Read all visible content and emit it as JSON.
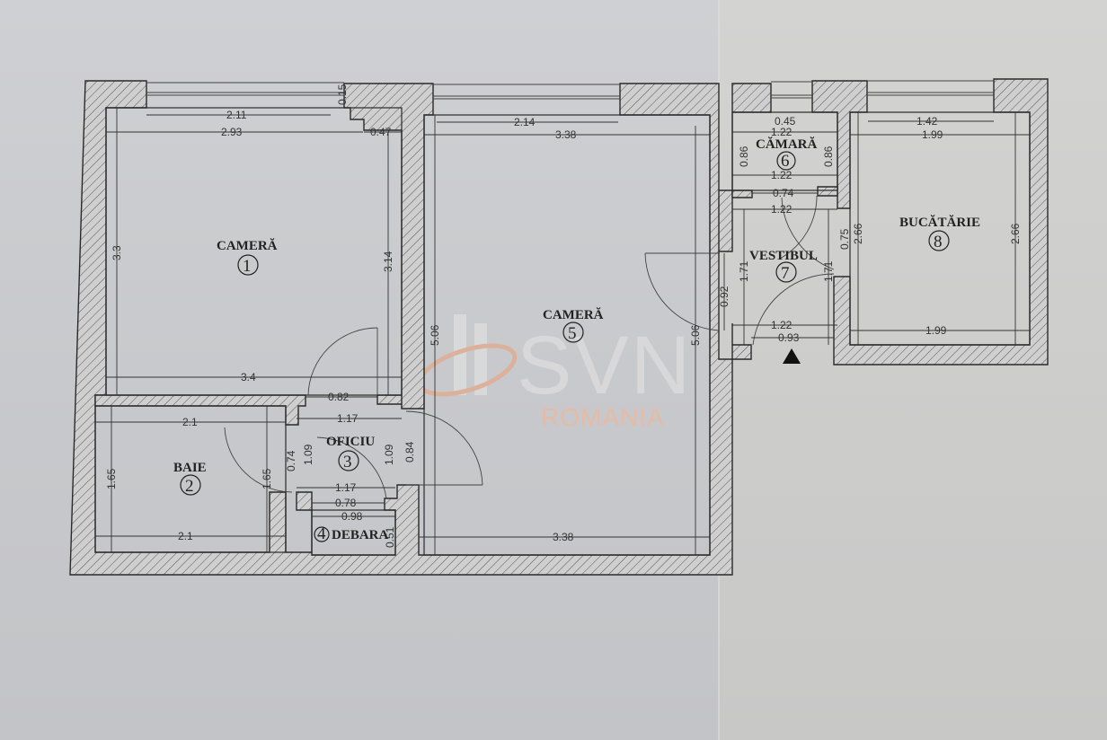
{
  "plan": {
    "watermark": {
      "brand": "SVN",
      "country": "ROMANIA",
      "accent_color": "#e8a27c"
    },
    "rooms": [
      {
        "id": 1,
        "name": "CAMERĂ",
        "number": "1"
      },
      {
        "id": 2,
        "name": "BAIE",
        "number": "2"
      },
      {
        "id": 3,
        "name": "OFICIU",
        "number": "3"
      },
      {
        "id": 4,
        "name": "DEBARA",
        "number": "4"
      },
      {
        "id": 5,
        "name": "CAMERĂ",
        "number": "5"
      },
      {
        "id": 6,
        "name": "CĂMARĂ",
        "number": "6"
      },
      {
        "id": 7,
        "name": "VESTIBUL",
        "number": "7"
      },
      {
        "id": 8,
        "name": "BUCĂTĂRIE",
        "number": "8"
      }
    ],
    "dimensions": {
      "r1_window": "2.11",
      "r1_width_top": "2.93",
      "r1_niche_depth": "0.15",
      "r1_niche_width": "0.47",
      "r1_height_left": "3.3",
      "r1_height_right": "3.14",
      "r1_width_bottom": "3.4",
      "r2_width_top": "2.1",
      "r2_width_bottom": "2.1",
      "r2_height_left": "1.65",
      "r2_height_right": "1.65",
      "r2_door": "0.74",
      "r3_door_top": "0.82",
      "r3_width_top": "1.17",
      "r3_height_left": "1.09",
      "r3_height_right": "1.09",
      "r3_door_right": "0.84",
      "r3_width_bottom": "1.17",
      "r4_door": "0.78",
      "r4_width": "0.98",
      "r4_depth": "0.51",
      "r5_window": "2.14",
      "r5_width_top": "3.38",
      "r5_height_left": "5.06",
      "r5_height_right": "5.06",
      "r5_width_bottom": "3.38",
      "r6_window": "0.45",
      "r6_width_top": "1.22",
      "r6_height_left": "0.86",
      "r6_height_right": "0.86",
      "r6_width_bottom": "1.22",
      "r6_door": "0.74",
      "r7_width_top": "1.22",
      "r7_door_left": "0.92",
      "r7_height_left": "1.71",
      "r7_height_right": "1.71",
      "r7_door_right": "0.75",
      "r7_width_bottom": "1.22",
      "r7_entry": "0.93",
      "r8_window": "1.42",
      "r8_width_top": "1.99",
      "r8_height_left": "2.66",
      "r8_height_right": "2.66",
      "r8_width_bottom": "1.99"
    },
    "entrance_marker": "entrance-arrow"
  }
}
